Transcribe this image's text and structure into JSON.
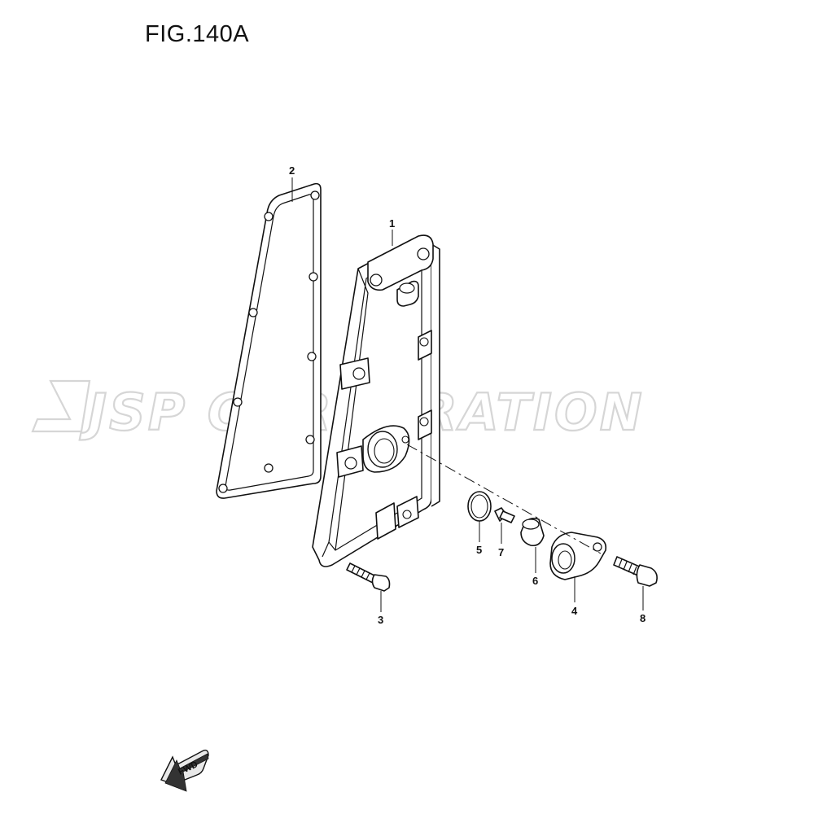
{
  "figure": {
    "title": "FIG.140A"
  },
  "watermark": {
    "text": "JSP CORPORATION"
  },
  "callouts": {
    "p1": "1",
    "p2": "2",
    "p3": "3",
    "p4": "4",
    "p5": "5",
    "p6": "6",
    "p7": "7",
    "p8": "8"
  },
  "direction_badge": {
    "text": "FWD"
  }
}
